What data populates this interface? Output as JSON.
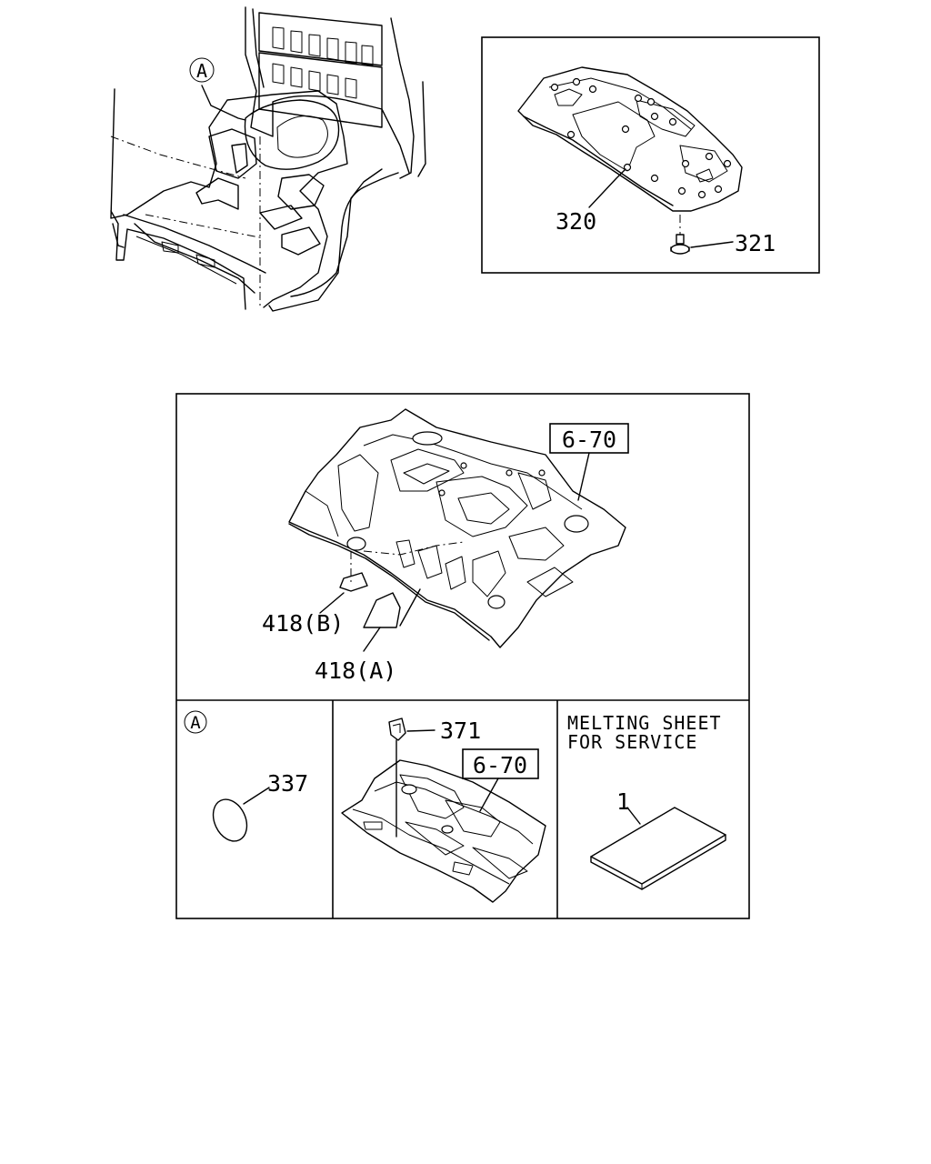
{
  "callouts": {
    "marker_a_top": "A",
    "marker_a_detail": "A",
    "part_320": "320",
    "part_321": "321",
    "ref_6_70_main": "6-70",
    "ref_6_70_detail": "6-70",
    "part_418b": "418(B)",
    "part_418a": "418(A)",
    "part_337": "337",
    "part_371": "371",
    "part_1": "1"
  },
  "note": {
    "line1": "MELTING SHEET",
    "line2": "FOR SERVICE"
  },
  "colors": {
    "line": "#000000",
    "background": "#ffffff"
  }
}
